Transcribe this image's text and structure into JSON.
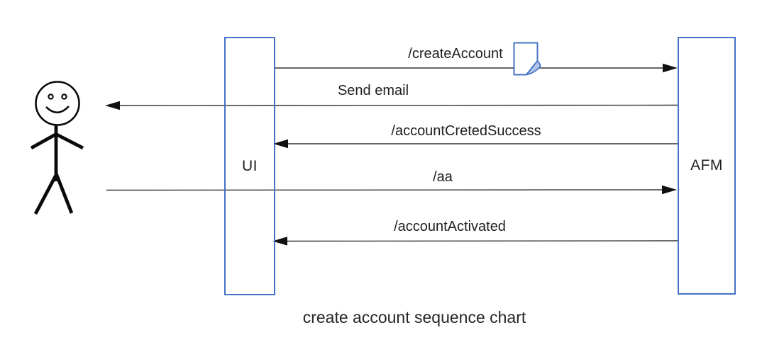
{
  "diagram": {
    "caption": "create account sequence chart",
    "actor": {
      "role": "user",
      "style": "stick-figure-smiley"
    },
    "participants": [
      {
        "label": "UI"
      },
      {
        "label": "AFM"
      }
    ],
    "messages": [
      {
        "label": "/createAccount",
        "from": "UI",
        "to": "AFM",
        "direction": "right",
        "note_icon": true
      },
      {
        "label": "Send email",
        "from": "AFM",
        "to": "user",
        "direction": "left",
        "note_icon": false
      },
      {
        "label": "/accountCretedSuccess",
        "from": "AFM",
        "to": "UI",
        "direction": "left",
        "note_icon": false
      },
      {
        "label": "/aa",
        "from": "user",
        "to": "AFM",
        "direction": "right",
        "note_icon": false
      },
      {
        "label": "/accountActivated",
        "from": "AFM",
        "to": "UI",
        "direction": "left",
        "note_icon": false
      }
    ],
    "colors": {
      "participant_border": "#4472c4",
      "note_fill": "#b4c7e7",
      "arrow": "#333333",
      "text": "#1f1f1f",
      "background": "#ffffff"
    }
  }
}
